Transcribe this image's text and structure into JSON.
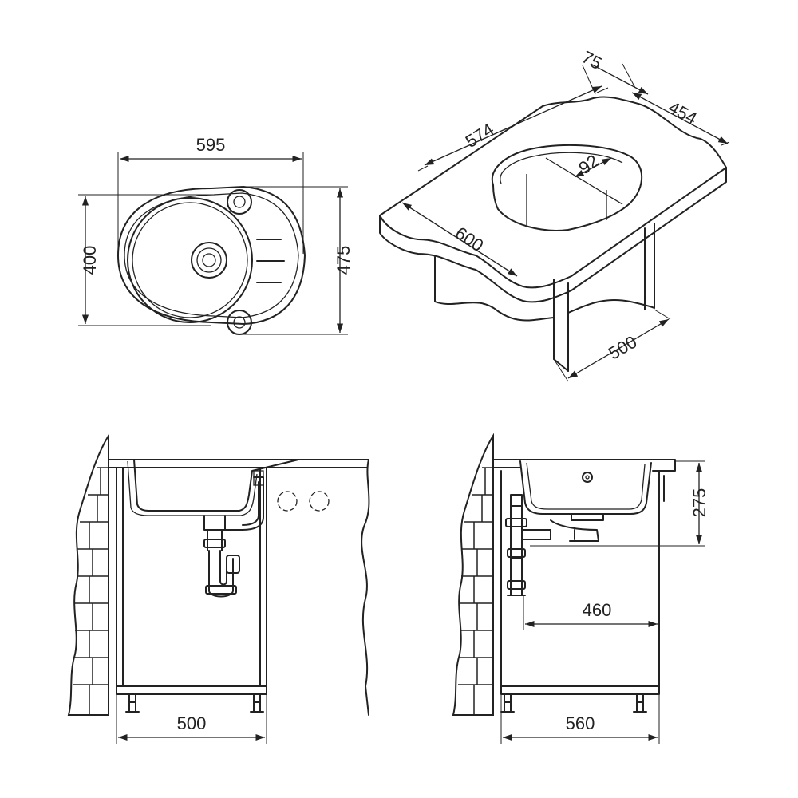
{
  "dimensions": {
    "top_view": {
      "width": "595",
      "inner_height": "400",
      "outer_height": "475"
    },
    "perspective": {
      "cutout_length": "574",
      "front_offset": "75",
      "cutout_width": "454",
      "bowl_radius": "92",
      "worktop_depth": "600",
      "cabinet_width": "500"
    },
    "front_view": {
      "cabinet_width": "500"
    },
    "side_view": {
      "depth": "275",
      "drain_distance": "460",
      "cabinet_depth": "560"
    }
  }
}
